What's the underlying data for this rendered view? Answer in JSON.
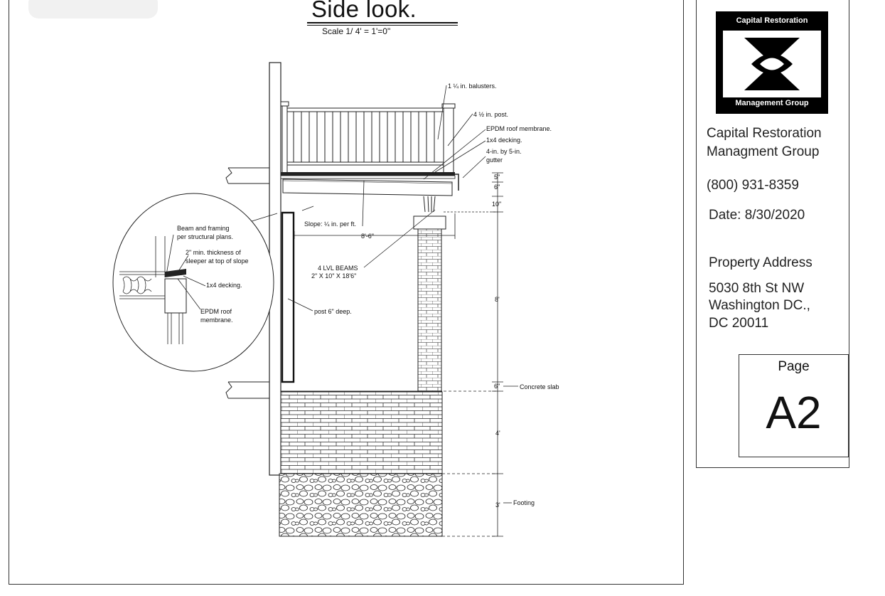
{
  "drawing": {
    "title": "Side look.",
    "scale": "Scale 1/ 4' = 1'=0\""
  },
  "callouts": {
    "balusters": "in. balusters.",
    "post": "in. post.",
    "epdm": "EPDM roof membrane.",
    "decking": "1x4 decking.",
    "gutter_1": "4-in. by 5-in.",
    "gutter_2": "gutter",
    "slope": "Slope:",
    "slope_suffix": "in. per ft.",
    "beams_1": "4 LVL BEAMS",
    "beams_2": "2\" X 10\" X 18'6\"",
    "post_depth": "post 6\" deep.",
    "concrete_slab": "Concrete slab",
    "footing": "Footing"
  },
  "dimensions": {
    "d5": "5\"",
    "d6_top": "6\"",
    "d10": "10\"",
    "span": "8'-6\"",
    "height": "8'",
    "d6_bottom": "6\"",
    "d4": "4'",
    "d3": "3'"
  },
  "detail": {
    "beam_1": "Beam and framing",
    "beam_2": "per structural plans.",
    "sleeper_1": "2\" min. thickness of",
    "sleeper_2": "sleeper at top of slope",
    "decking": "1x4 decking.",
    "epdm_1": "EPDM roof",
    "epdm_2": "membrane."
  },
  "title_block": {
    "logo_top": "Capital Restoration",
    "logo_bottom": "Management Group",
    "company_line1": "Capital Restoration",
    "company_line2": "Managment Group",
    "phone": "(800) 931-8359",
    "date": "Date: 8/30/2020",
    "address_heading": "Property Address",
    "address_line1": "5030 8th St NW",
    "address_line2": "Washington DC.,",
    "address_line3": "DC 20011",
    "page_label": "Page",
    "page_number": "A2"
  }
}
